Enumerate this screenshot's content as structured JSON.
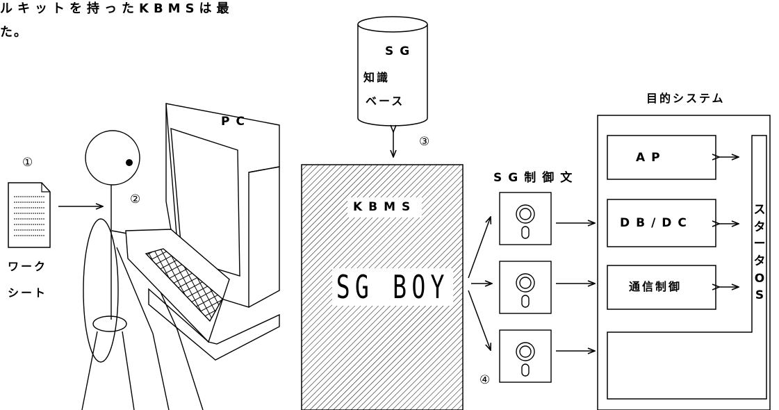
{
  "intro": {
    "line1": "ルキットを持ったKBMSは最",
    "line2": "た。"
  },
  "steps": {
    "s1": "①",
    "s2": "②",
    "s3": "③",
    "s4": "④"
  },
  "worksheet": {
    "line1": "ワーク",
    "line2": "シート"
  },
  "pc_label": "PC",
  "knowledge_base": {
    "line1": "SG",
    "line2": "知識",
    "line3": "ベース"
  },
  "kbms": {
    "label": "KBMS",
    "product": "SG BOY"
  },
  "control_statements_label": "SG制御文",
  "target_system": {
    "title": "目的システム",
    "modules": [
      "AP",
      "DB/DC",
      "通信制御"
    ],
    "os_label": "スタータOS"
  }
}
